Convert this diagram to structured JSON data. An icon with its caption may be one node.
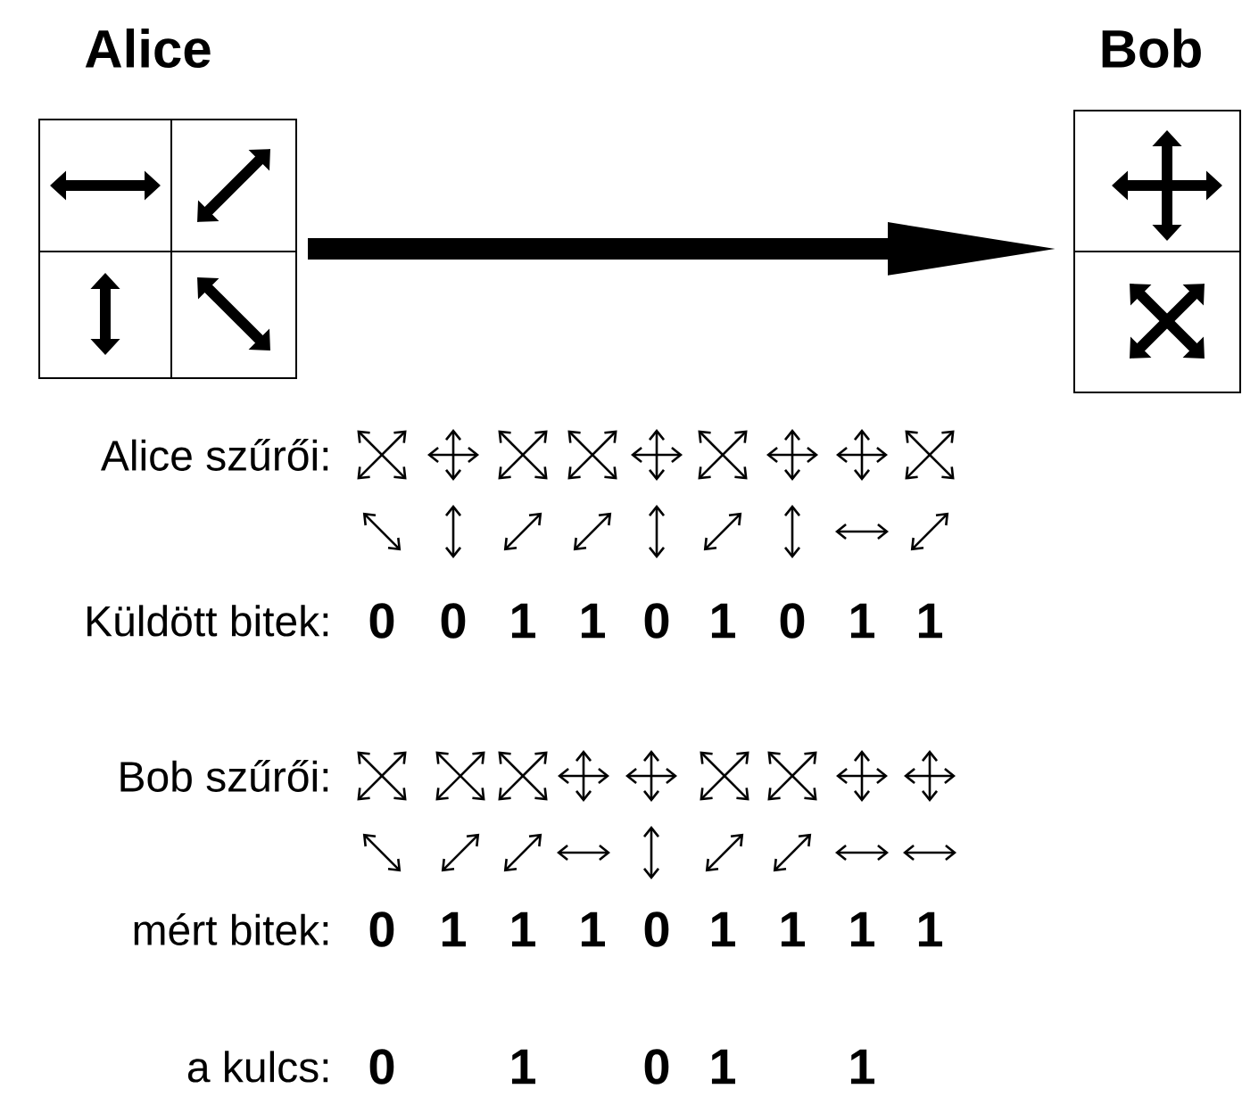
{
  "diagram": {
    "nodes": [
      {
        "text": [
          "Alice"
        ]
      },
      {
        "text": [
          "Bob"
        ]
      }
    ],
    "edges": [
      {
        "from": 0,
        "to": 1,
        "arrow": "to"
      }
    ],
    "labels": [
      "Alice szűrői:",
      "Küldött bitek:",
      "0",
      "0",
      "1",
      "1",
      "0",
      "1",
      "0",
      "1",
      "1",
      "Bob szűrői:",
      "mért bitek:",
      "0",
      "1",
      "1",
      "1",
      "0",
      "1",
      "1",
      "1",
      "1",
      "a kulcs:",
      "0",
      "1",
      "0",
      "1",
      "1"
    ]
  }
}
